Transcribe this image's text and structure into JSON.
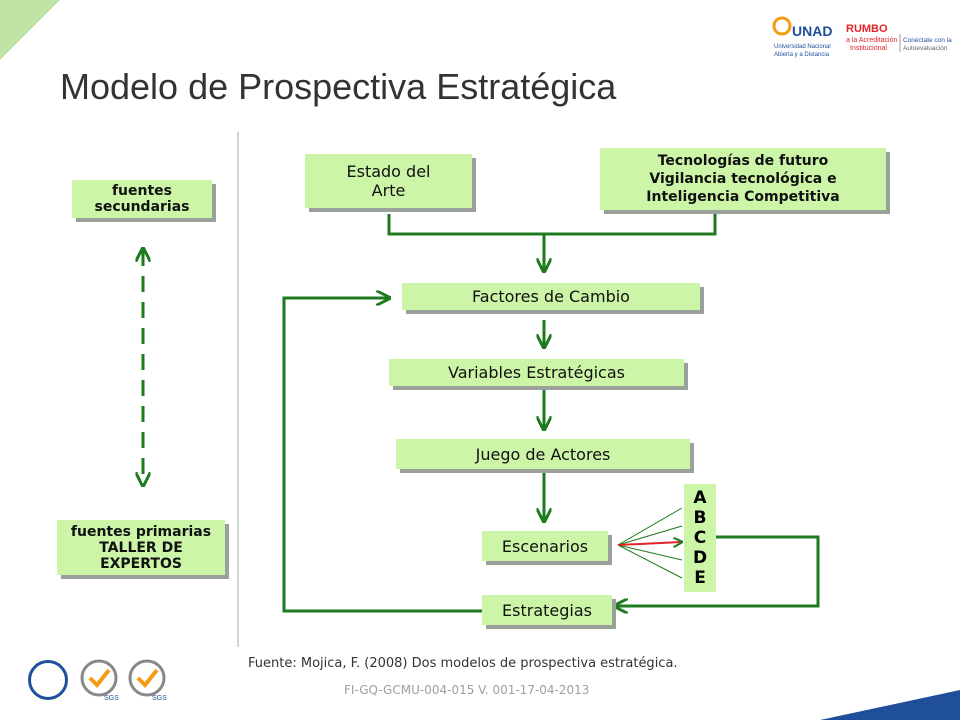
{
  "slide": {
    "title": "Modelo de Prospectiva Estratégica",
    "source": "Fuente: Mojica, F. (2008) Dos modelos de prospectiva estratégica.",
    "code": "FI-GQ-GCMU-004-015  V. 001-17-04-2013"
  },
  "logos": {
    "unad_name": "UNAD",
    "unad_sub1": "Universidad Nacional",
    "unad_sub2": "Abierta y a Distancia",
    "rumbo_name": "RUMBO",
    "rumbo_sub1": "a la Acreditación",
    "rumbo_sub2": "Institucional",
    "rumbo_tag1": "Conéctate con la",
    "rumbo_tag2": "Autoevaluación",
    "sgs_label": "SGS"
  },
  "left": {
    "secondary": "fuentes secundarias",
    "primary_1": "fuentes primarias",
    "primary_2": "TALLER DE EXPERTOS"
  },
  "flow": {
    "estado": "Estado del Arte",
    "tecnologias_1": "Tecnologías de futuro",
    "tecnologias_2": "Vigilancia tecnológica e",
    "tecnologias_3": "Inteligencia Competitiva",
    "factores": "Factores de Cambio",
    "variables": "Variables Estratégicas",
    "juego": "Juego de Actores",
    "escenarios": "Escenarios",
    "estrategias": "Estrategias"
  },
  "scenario_letters": [
    "A",
    "B",
    "C",
    "D",
    "E"
  ],
  "colors": {
    "box_fill": "#ccf5a8",
    "arrow": "#1e7a1e",
    "highlight": "#e0242a",
    "title": "#333333"
  }
}
